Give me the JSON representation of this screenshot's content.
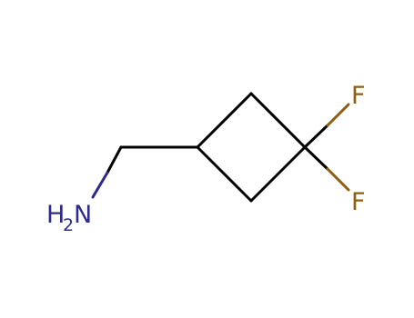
{
  "molecule": {
    "atoms": {
      "fluorine_top": "F",
      "fluorine_bottom": "F",
      "amine": {
        "element": "H",
        "subscript": "2",
        "heteroatom": "N"
      }
    },
    "colors": {
      "carbon_bond": "#000000",
      "fluorine": "#8c6010",
      "nitrogen": "#2e2a8a"
    }
  }
}
